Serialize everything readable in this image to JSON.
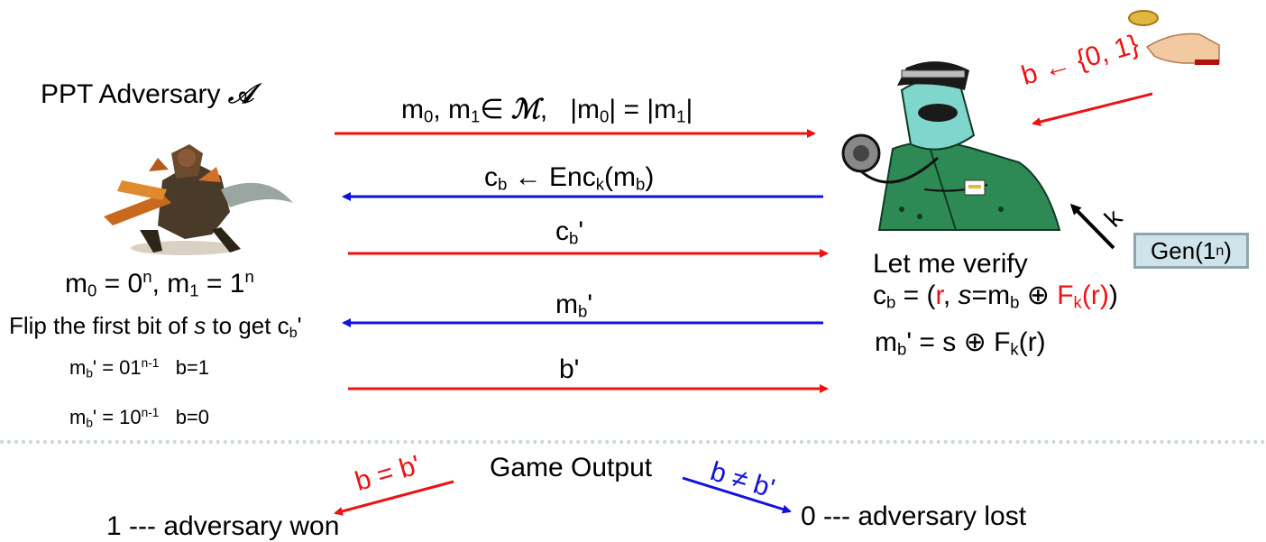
{
  "adversary": {
    "title": "PPT Adversary",
    "symbol": "𝒜",
    "choice_m0": "m",
    "choice_sub0": "0",
    "choice_eq0": " = 0",
    "choice_sup0": "n",
    "choice_comma": ", m",
    "choice_sub1": "1",
    "choice_eq1": " = 1",
    "choice_sup1": "n",
    "flip_text_a": "Flip the first bit of ",
    "flip_s": "s",
    "flip_text_b": " to get c",
    "flip_sub": "b",
    "flip_tail": "'",
    "case1_a": "m",
    "case1_sub": "b",
    "case1_b": "' = 01",
    "case1_sup": "n-1",
    "case1_c": "   b=1",
    "case2_a": "m",
    "case2_sub": "b",
    "case2_b": "' = 10",
    "case2_sup": "n-1",
    "case2_c": "   b=0"
  },
  "messages": {
    "msg1_a": "m",
    "msg1_s0": "0",
    "msg1_b": ", m",
    "msg1_s1": "1",
    "msg1_c": "∈ ",
    "msg1_set": "ℳ",
    "msg1_d": ",   |m",
    "msg1_s2": "0",
    "msg1_e": "| = |m",
    "msg1_s3": "1",
    "msg1_f": "|",
    "msg2_a": "c",
    "msg2_s0": "b",
    "msg2_b": " ← Enc",
    "msg2_s1": "k",
    "msg2_c": "(m",
    "msg2_s2": "b",
    "msg2_d": ")",
    "msg3_a": "c",
    "msg3_s0": "b",
    "msg3_b": "'",
    "msg4_a": "m",
    "msg4_s0": "b",
    "msg4_b": "'",
    "msg5": "b'"
  },
  "challenger": {
    "coin_label": "b ← {0, 1}",
    "key_label": "k",
    "gen_a": "Gen(1",
    "gen_sup": "n",
    "gen_b": ")",
    "verify_title": "Let me verify",
    "v1_a": "c",
    "v1_s0": "b",
    "v1_b": " = (",
    "v1_r": "r",
    "v1_c": ", ",
    "v1_s": "s",
    "v1_d": "=m",
    "v1_s1": "b",
    "v1_e": " ⊕ ",
    "v1_F": "F",
    "v1_s2": "k",
    "v1_Fr": "(r)",
    "v1_f": ")",
    "v2_a": "m",
    "v2_s0": "b",
    "v2_b": "' = s ⊕ F",
    "v2_s1": "k",
    "v2_c": "(r)"
  },
  "output": {
    "title": "Game Output",
    "win_cond": "b = b'",
    "lose_cond": "b ≠ b'",
    "win_text": "1 --- adversary won",
    "lose_text": "0 --- adversary lost"
  },
  "colors": {
    "red": "#ee1111",
    "blue": "#1111dd",
    "gen_fill": "#cfe3ea",
    "gen_border": "#8fa5ae",
    "divider": "#c9d6e0"
  },
  "icons": [
    "adversary-warrior-illustration",
    "challenger-doctor-illustration",
    "coin-flip-hand-illustration"
  ]
}
